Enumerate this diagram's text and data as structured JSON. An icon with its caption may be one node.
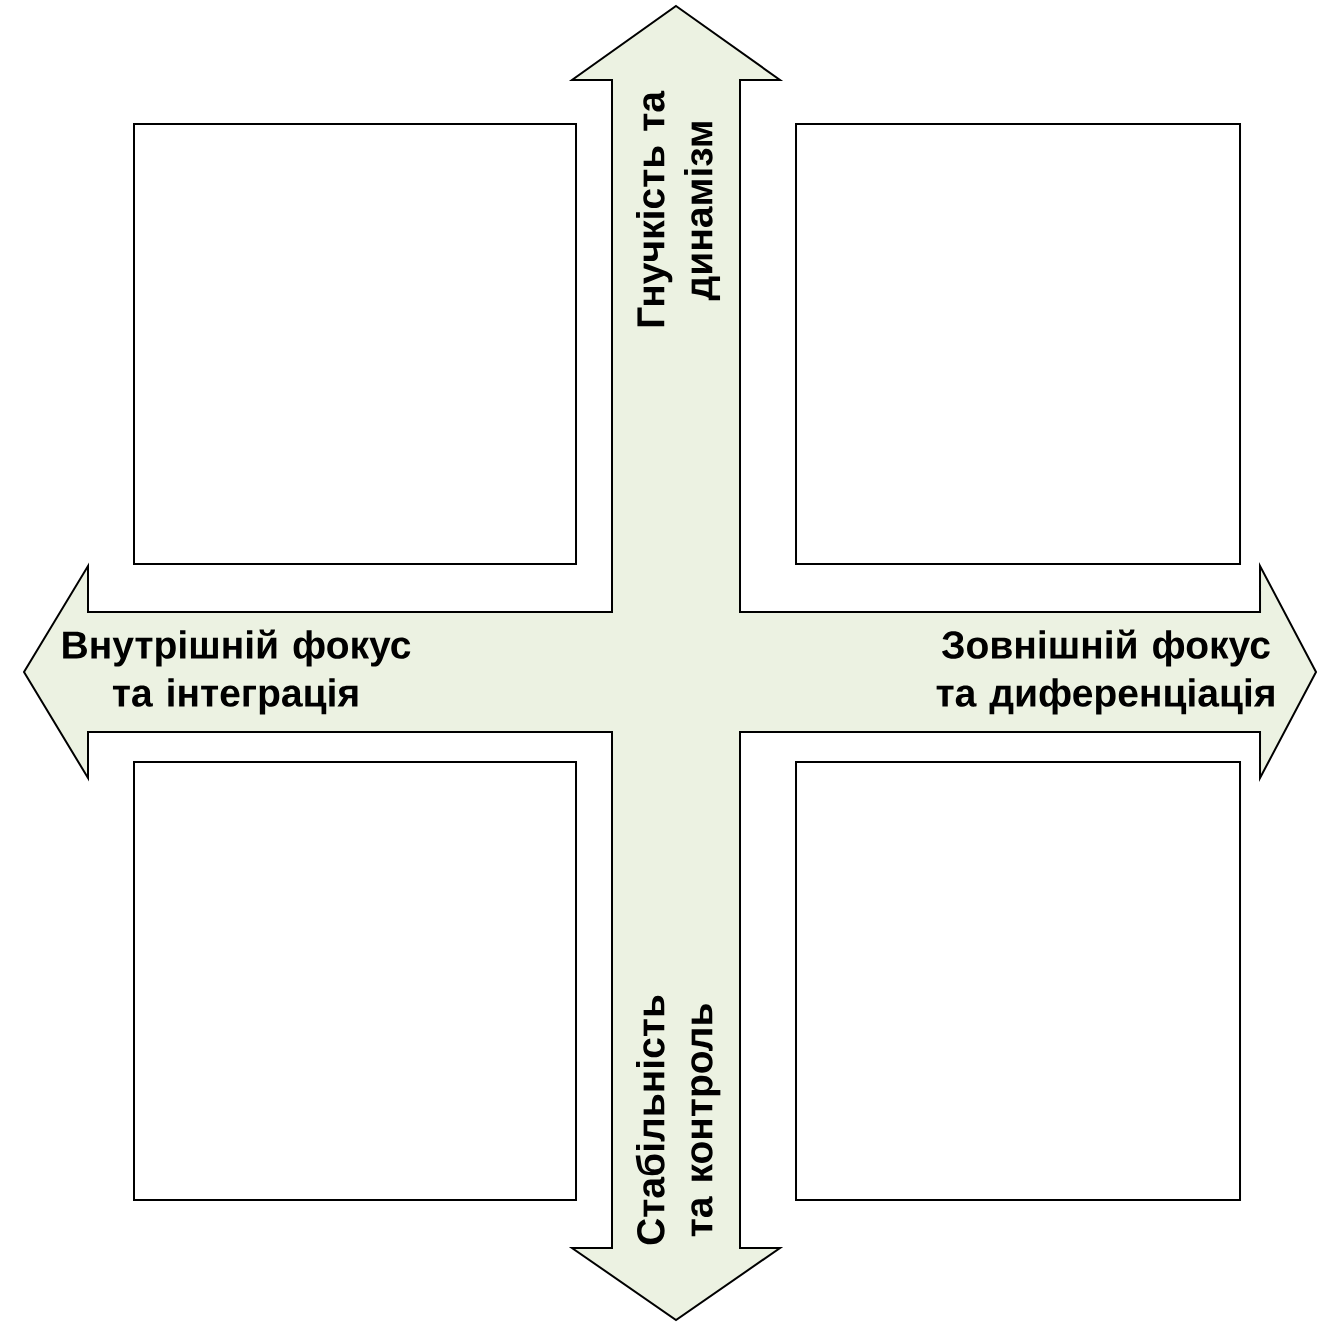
{
  "diagram": {
    "nodes": [
      {
        "text": [],
        "shape": "box"
      },
      {
        "text": [],
        "shape": "box"
      },
      {
        "text": [],
        "shape": "box"
      },
      {
        "text": [],
        "shape": "box"
      }
    ],
    "labels": [
      "Гнучкість та динамізм",
      "Внутрішній фокус та інтеграція",
      "Зовнішній фокус та диференціація",
      "Стабільність та контроль"
    ]
  }
}
